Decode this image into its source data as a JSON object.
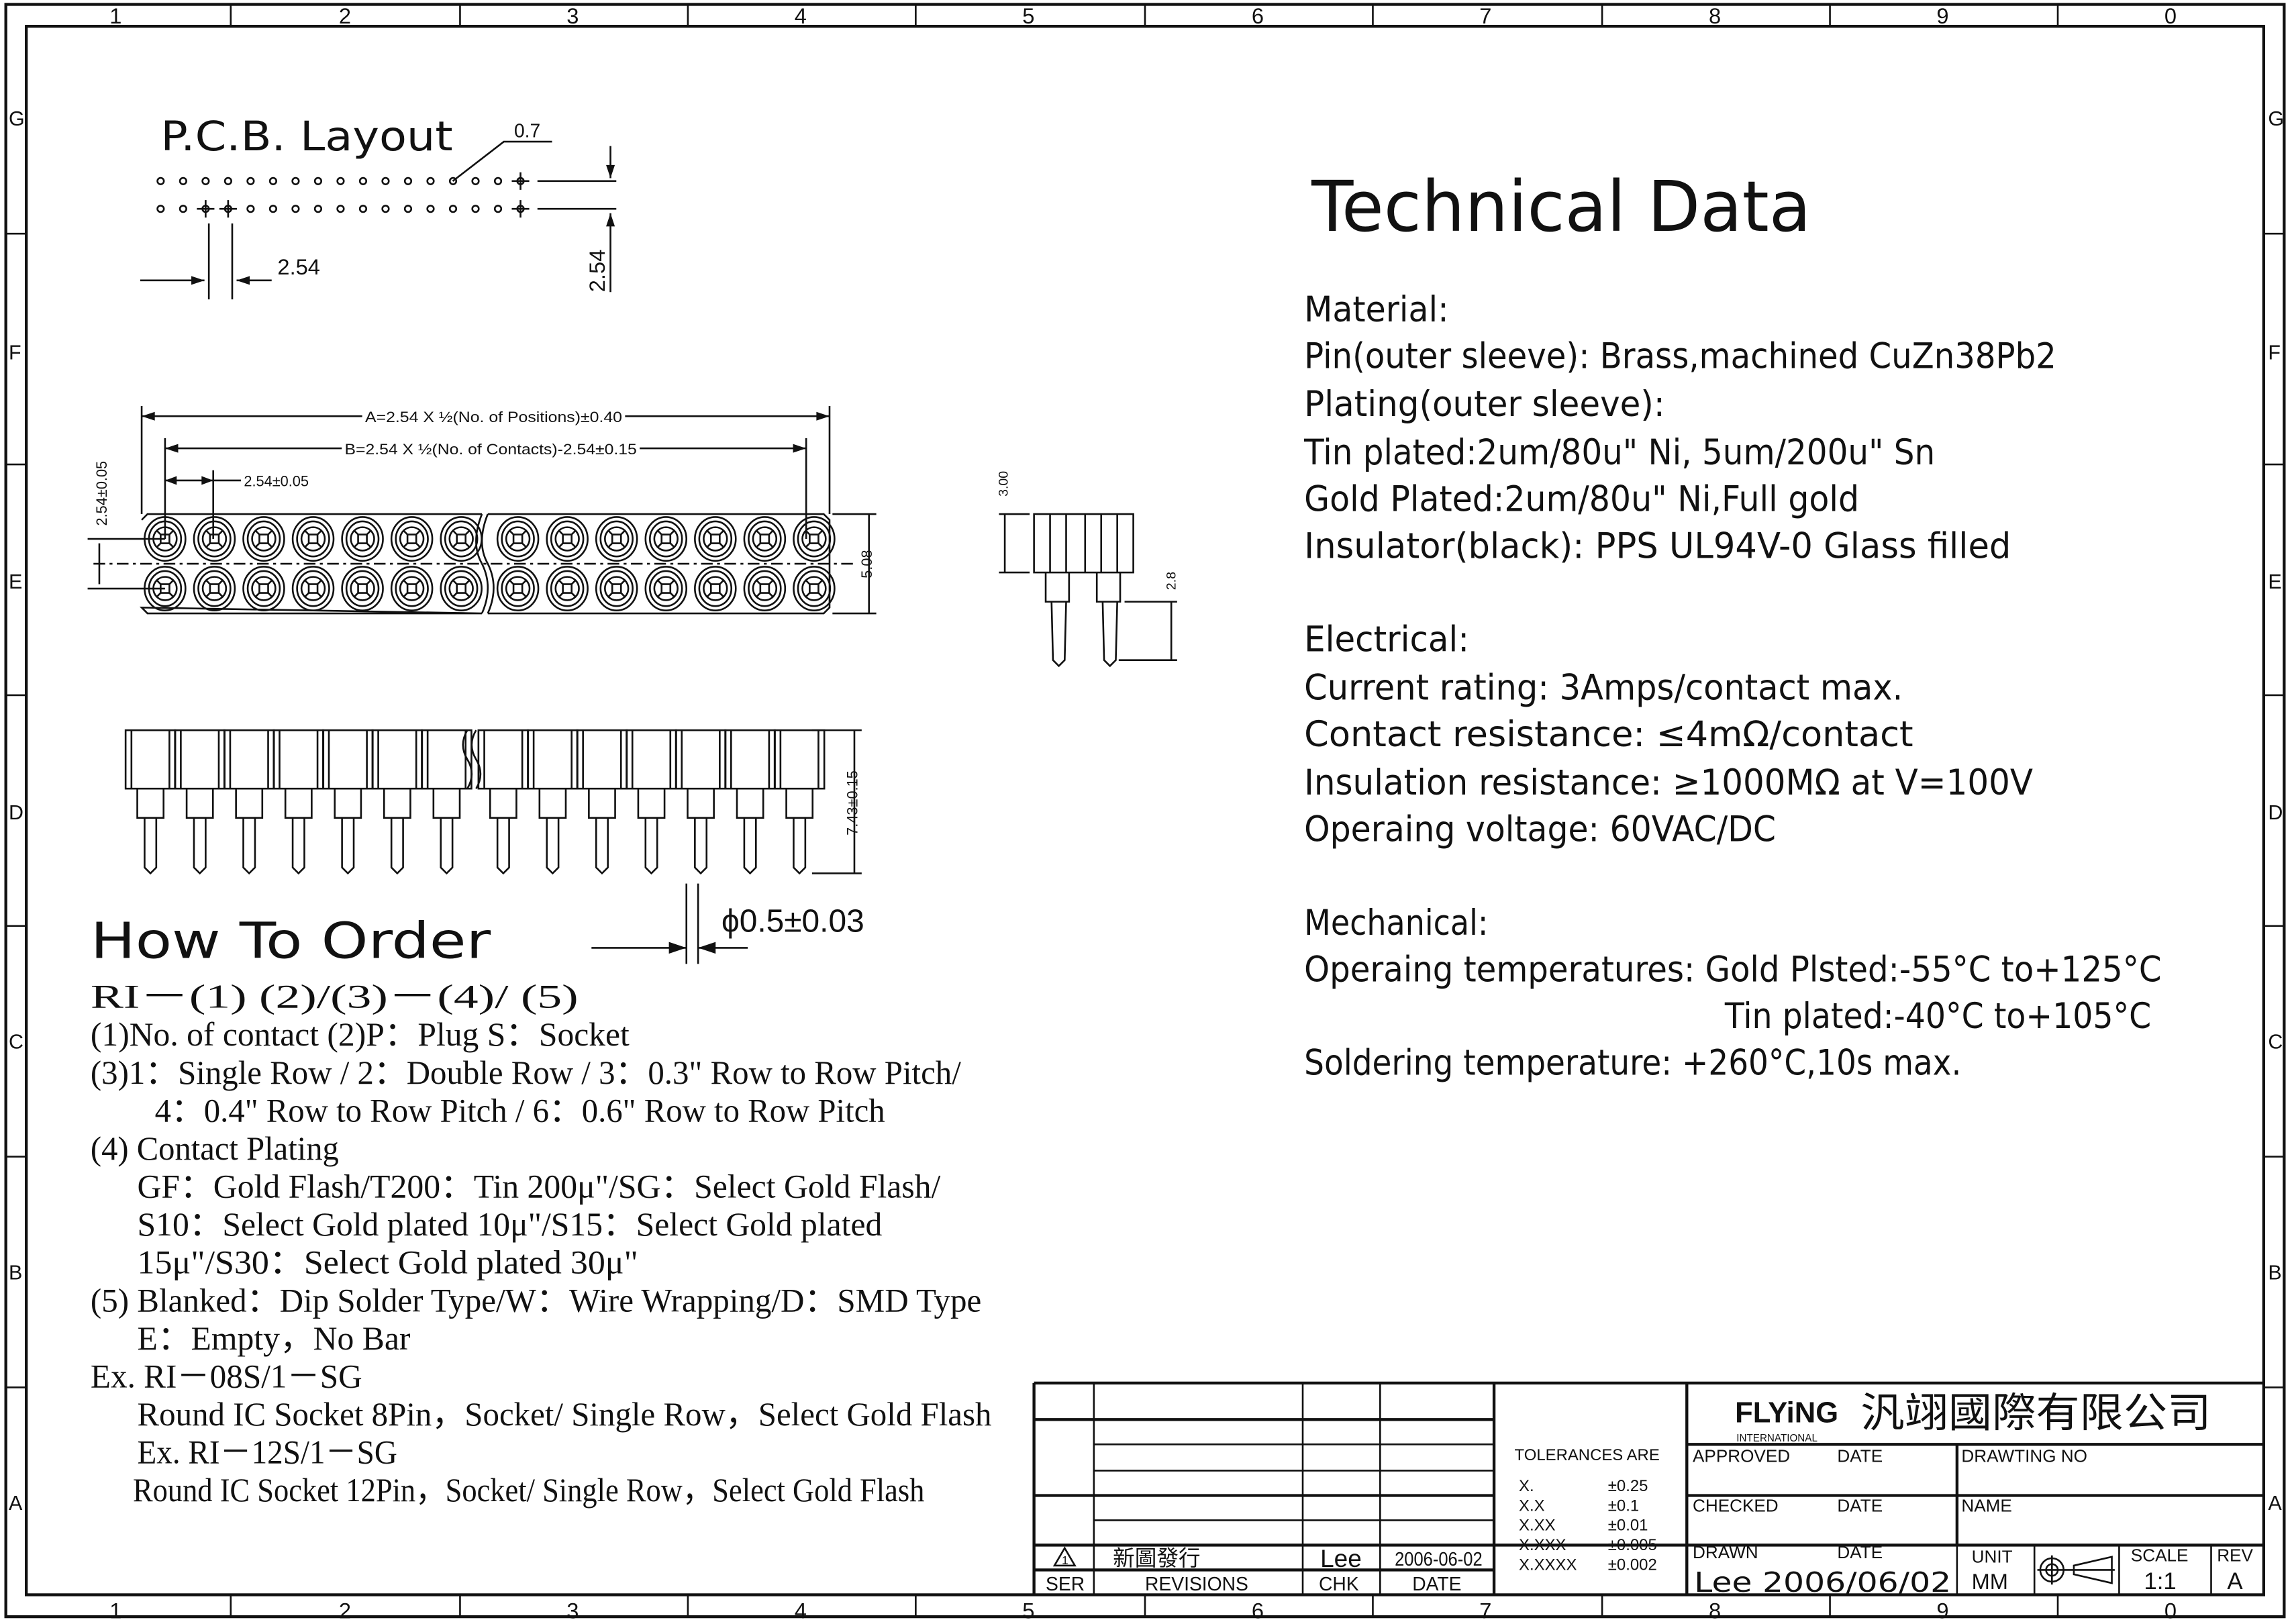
{
  "frame": {
    "columns": [
      "1",
      "2",
      "3",
      "4",
      "5",
      "6",
      "7",
      "8",
      "9",
      "0"
    ],
    "rows": [
      "G",
      "F",
      "E",
      "D",
      "C",
      "B",
      "A"
    ]
  },
  "pcb": {
    "title": "P.C.B. Layout",
    "hole_dim": "0.7",
    "pitch_h": "2.54",
    "pitch_v": "2.54"
  },
  "top_view": {
    "dim_a": "A=2.54 X ½(No. of Positions)±0.40",
    "dim_b": "B=2.54 X ½(No. of Contacts)-2.54±0.15",
    "dim_pitch": "2.54±0.05",
    "dim_row": "2.54±0.05",
    "dim_width": "5.08"
  },
  "side_view": {
    "height": "7.43±0.15",
    "pin_dia": "ϕ0.5±0.03"
  },
  "end_view": {
    "dim_top": "3.00",
    "dim_pin": "2.8"
  },
  "tech": {
    "title": "Technical Data",
    "lines": [
      "Material:",
      "Pin(outer sleeve): Brass,machined CuZn38Pb2",
      "Plating(outer sleeve):",
      "Tin plated:2um/80u\" Ni, 5um/200u\" Sn",
      "Gold Plated:2um/80u\" Ni,Full gold",
      "Insulator(black): PPS UL94V-0 Glass filled",
      "Electrical:",
      "Current rating: 3Amps/contact max.",
      "Contact resistance: ≤4mΩ/contact",
      "Insulation resistance: ≥1000MΩ at V=100V",
      "Operaing voltage: 60VAC/DC",
      "Mechanical:",
      "Operaing temperatures: Gold Plsted:-55°C to+125°C",
      "Tin plated:-40°C to+105°C",
      "Soldering temperature: +260°C,10s max."
    ]
  },
  "order": {
    "title": "How To Order",
    "lines": [
      "RI－(1) (2)/(3)－(4)/ (5)",
      "(1)No. of contact (2)P：Plug  S：Socket",
      "(3)1：Single Row / 2：Double Row / 3：0.3\" Row to Row Pitch/",
      "4：0.4\" Row to Row Pitch / 6：0.6\" Row to Row Pitch",
      "(4) Contact Plating",
      "GF：Gold Flash/T200：Tin 200μ\"/SG：Select Gold Flash/",
      "S10：Select Gold plated 10μ\"/S15：Select Gold plated",
      "15μ\"/S30：Select Gold plated 30μ\"",
      "(5) Blanked：Dip Solder Type/W：Wire Wrapping/D：SMD Type",
      "E：Empty，No Bar",
      "Ex. RI－08S/1－SG",
      "Round IC Socket 8Pin，Socket/ Single Row，Select Gold Flash",
      "Ex. RI－12S/1－SG",
      "Round IC Socket 12Pin，Socket/ Single Row，Select Gold Flash"
    ]
  },
  "title_block": {
    "company_logo": "FLYiNG",
    "company_logo_sub": "INTERNATIONAL",
    "company_name": "汎翊國際有限公司",
    "tolerances_label": "TOLERANCES ARE",
    "tolerances": [
      {
        "k": "X.",
        "v": "±0.25"
      },
      {
        "k": "X.X",
        "v": "±0.1"
      },
      {
        "k": "X.XX",
        "v": "±0.01"
      },
      {
        "k": "X.XXX",
        "v": "±0.005"
      },
      {
        "k": "X.XXXX",
        "v": "±0.002"
      }
    ],
    "approved": "APPROVED",
    "checked": "CHECKED",
    "drawn": "DRAWN",
    "date": "DATE",
    "drawing_no": "DRAWTING   NO",
    "name": "NAME",
    "drawn_value": "Lee  2006/06/02",
    "unit_label": "UNIT",
    "unit_value": "MM",
    "scale_label": "SCALE",
    "scale_value": "1:1",
    "rev_label": "REV",
    "rev_value": "A",
    "revision": {
      "ser": "1",
      "desc": "新圖發行",
      "chk": "Lee",
      "date": "2006-06-02"
    },
    "headers": {
      "ser": "SER",
      "revisions": "REVISIONS",
      "chk": "CHK",
      "date": "DATE"
    }
  }
}
